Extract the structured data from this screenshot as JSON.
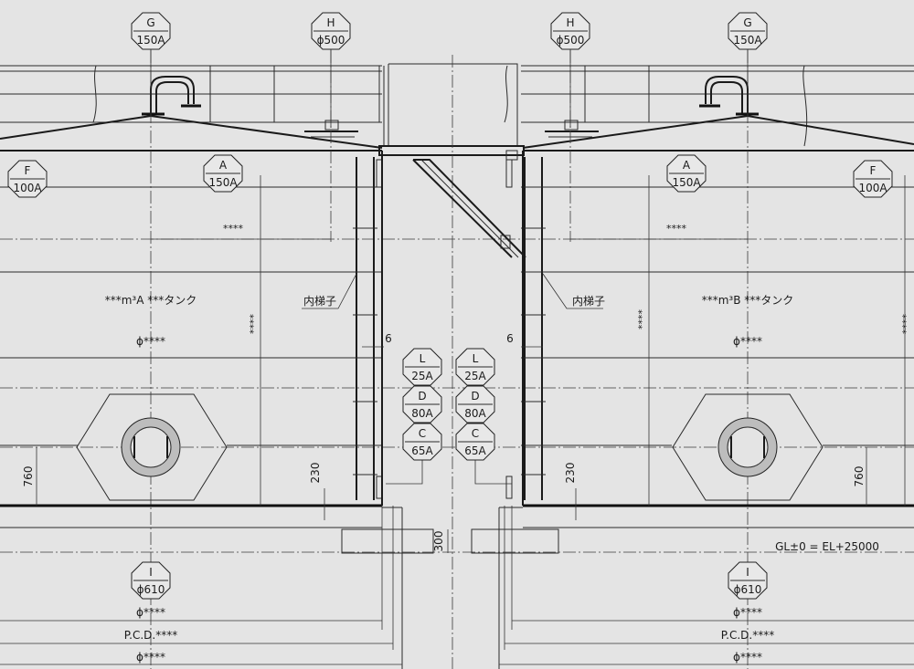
{
  "nozzles": {
    "G": {
      "letter": "G",
      "size": "150A"
    },
    "H": {
      "letter": "H",
      "size": "ϕ500"
    },
    "F": {
      "letter": "F",
      "size": "100A"
    },
    "A": {
      "letter": "A",
      "size": "150A"
    },
    "L": {
      "letter": "L",
      "size": "25A"
    },
    "D": {
      "letter": "D",
      "size": "80A"
    },
    "C": {
      "letter": "C",
      "size": "65A"
    },
    "I": {
      "letter": "I",
      "size": "ϕ610"
    }
  },
  "tanks": {
    "left": {
      "name": "***m³A ***タンク",
      "diameter": "ϕ****"
    },
    "right": {
      "name": "***m³B ***タンク",
      "diameter": "ϕ****"
    }
  },
  "labels": {
    "inner_ladder": "内梯子",
    "stars": "****",
    "pcd": "P.C.D.****",
    "phi": "ϕ****",
    "elevation": "GL±0 = EL+25000"
  },
  "dims": {
    "d760": "760",
    "d230": "230",
    "d6": "6",
    "d300": "300"
  }
}
